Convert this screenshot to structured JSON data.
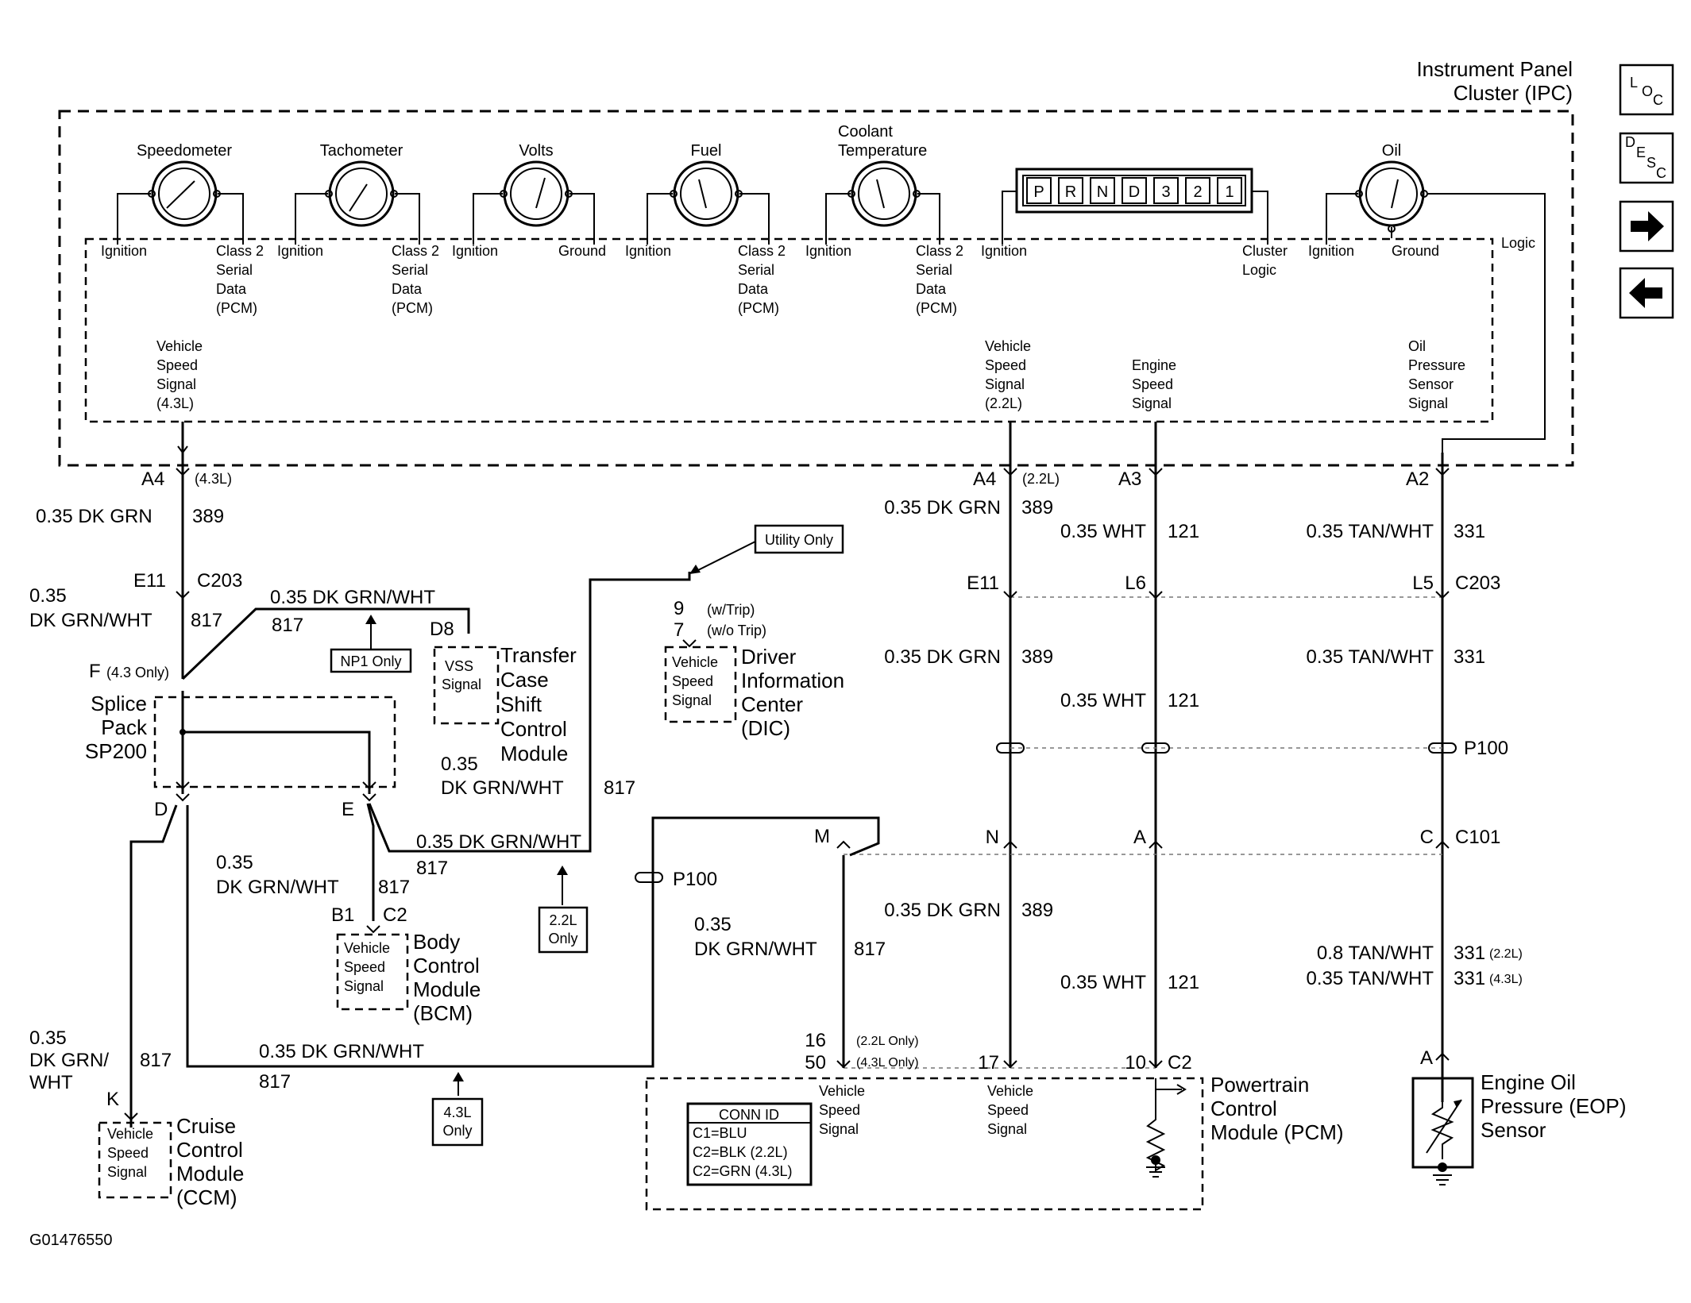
{
  "ipc": {
    "title_line1": "Instrument Panel",
    "title_line2": "Cluster (IPC)",
    "logic_label": "Logic",
    "gauges": {
      "speedometer": "Speedometer",
      "tachometer": "Tachometer",
      "volts": "Volts",
      "fuel": "Fuel",
      "coolant_line1": "Coolant",
      "coolant_line2": "Temperature",
      "oil": "Oil"
    },
    "prnd": [
      "P",
      "R",
      "N",
      "D",
      "3",
      "2",
      "1"
    ],
    "pins": {
      "ignition": "Ignition",
      "ground": "Ground",
      "class2": [
        "Class 2",
        "Serial",
        "Data",
        "(PCM)"
      ],
      "cluster_logic": [
        "Cluster",
        "Logic"
      ]
    },
    "signals": {
      "vss_43": [
        "Vehicle",
        "Speed",
        "Signal",
        "(4.3L)"
      ],
      "vss_22": [
        "Vehicle",
        "Speed",
        "Signal",
        "(2.2L)"
      ],
      "engine_speed": [
        "Engine",
        "Speed",
        "Signal"
      ],
      "oil_pressure": [
        "Oil",
        "Pressure",
        "Sensor",
        "Signal"
      ]
    }
  },
  "connectors": {
    "a4": "A4",
    "a3": "A3",
    "a2": "A2",
    "e11": "E11",
    "l6": "L6",
    "l5": "L5",
    "c203": "C203",
    "c101": "C101",
    "c2": "C2",
    "p100": "P100",
    "note_43": "(4.3L)",
    "note_22": "(2.2L)",
    "f_label": "F",
    "f_note": "(4.3 Only)",
    "d": "D",
    "e": "E",
    "m": "M",
    "n": "N",
    "a": "A",
    "c": "C",
    "k": "K",
    "b1": "B1",
    "c2_bcm": "C2",
    "d8": "D8",
    "pin_9": "9",
    "pin_9_note": "(w/Trip)",
    "pin_7": "7",
    "pin_7_note": "(w/o Trip)",
    "pin_16": "16",
    "pin_16_note": "(2.2L Only)",
    "pin_50": "50",
    "pin_50_note": "(4.3L Only)",
    "pin_17": "17",
    "pin_10": "10",
    "eop_a": "A"
  },
  "wires": {
    "dk_grn_035": "0.35 DK GRN",
    "c389": "389",
    "wht_035": "0.35 WHT",
    "c121": "121",
    "tan_wht_035": "0.35 TAN/WHT",
    "c331": "331",
    "dk_grn_wht_035": "0.35 DK GRN/WHT",
    "c817": "817",
    "w035": "0.35",
    "dk_grn_wht": "DK GRN/WHT",
    "dk_grn_slash": "DK GRN/",
    "wht": "WHT",
    "tan_wht_08": "0.8 TAN/WHT",
    "c331_22": "331",
    "note_22l": "(2.2L)",
    "c331_43": "331",
    "note_43l": "(4.3L)"
  },
  "tags": {
    "utility_only": "Utility Only",
    "np1_only": "NP1 Only",
    "only_22_line1": "2.2L",
    "only_22_line2": "Only",
    "only_43_line1": "4.3L",
    "only_43_line2": "Only"
  },
  "modules": {
    "splice": [
      "Splice",
      "Pack",
      "SP200"
    ],
    "tccm": [
      "Transfer",
      "Case",
      "Shift",
      "Control",
      "Module"
    ],
    "vss_signal": [
      "VSS",
      "Signal"
    ],
    "vehicle_speed_signal": [
      "Vehicle",
      "Speed",
      "Signal"
    ],
    "dic": [
      "Driver",
      "Information",
      "Center",
      "(DIC)"
    ],
    "bcm": [
      "Body",
      "Control",
      "Module",
      "(BCM)"
    ],
    "ccm": [
      "Cruise",
      "Control",
      "Module",
      "(CCM)"
    ],
    "pcm": [
      "Powertrain",
      "Control",
      "Module (PCM)"
    ],
    "eop": [
      "Engine Oil",
      "Pressure (EOP)",
      "Sensor"
    ],
    "conn_id": [
      "CONN ID",
      "C1=BLU",
      "C2=BLK (2.2L)",
      "C2=GRN (4.3L)"
    ]
  },
  "nav": {
    "loc": [
      "L",
      "O",
      "C"
    ],
    "desc": [
      "D",
      "E",
      "S",
      "C"
    ]
  },
  "figure_id": "G01476550"
}
